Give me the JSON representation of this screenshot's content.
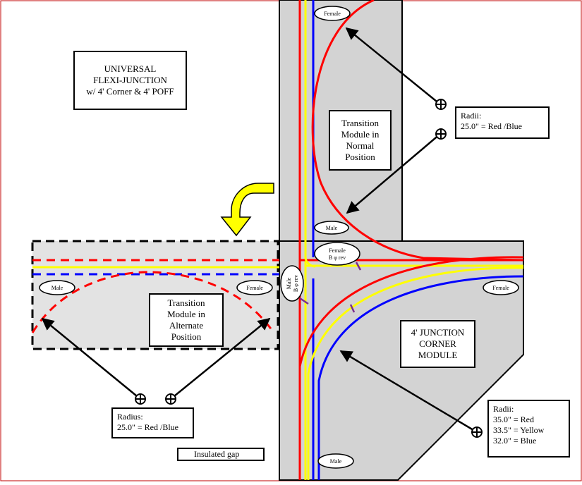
{
  "title_box": {
    "lines": [
      "UNIVERSAL",
      "FLEXI-JUNCTION",
      "w/ 4' Corner & 4' POFF"
    ]
  },
  "transition_normal": {
    "lines": [
      "Transition",
      "Module in",
      "Normal",
      "Position"
    ]
  },
  "transition_alternate": {
    "lines": [
      "Transition",
      "Module in",
      "Alternate",
      "Position"
    ]
  },
  "corner_module": {
    "lines": [
      "4' JUNCTION",
      "CORNER",
      "MODULE"
    ]
  },
  "radii_top": {
    "lines": [
      "Radii:",
      "25.0\" = Red /Blue"
    ]
  },
  "radius_left": {
    "lines": [
      "Radius:",
      "25.0\" = Red /Blue"
    ]
  },
  "radii_corner": {
    "lines": [
      "Radii:",
      "35.0\" = Red",
      "33.5\" = Yellow",
      "32.0\" = Blue"
    ]
  },
  "legend": {
    "label": "Insulated gap"
  },
  "connectors": {
    "female_top": "Female",
    "male_transition": "Male",
    "female_junction_line1": "Female",
    "female_junction_line2": "B  φ rev",
    "male_rotated_line1": "Male",
    "male_rotated_line2": "B  φ rev",
    "female_right": "Female",
    "male_left": "Male",
    "female_left": "Female",
    "male_bottom": "Male"
  },
  "colors": {
    "red": "#ff0000",
    "yellow": "#ffff00",
    "blue": "#0000ff",
    "module_fill": "#d3d3d3",
    "alt_fill": "#e3e3e3",
    "arrow_yellow": "#ffff00",
    "gap_mark": "#7b2c8f"
  }
}
